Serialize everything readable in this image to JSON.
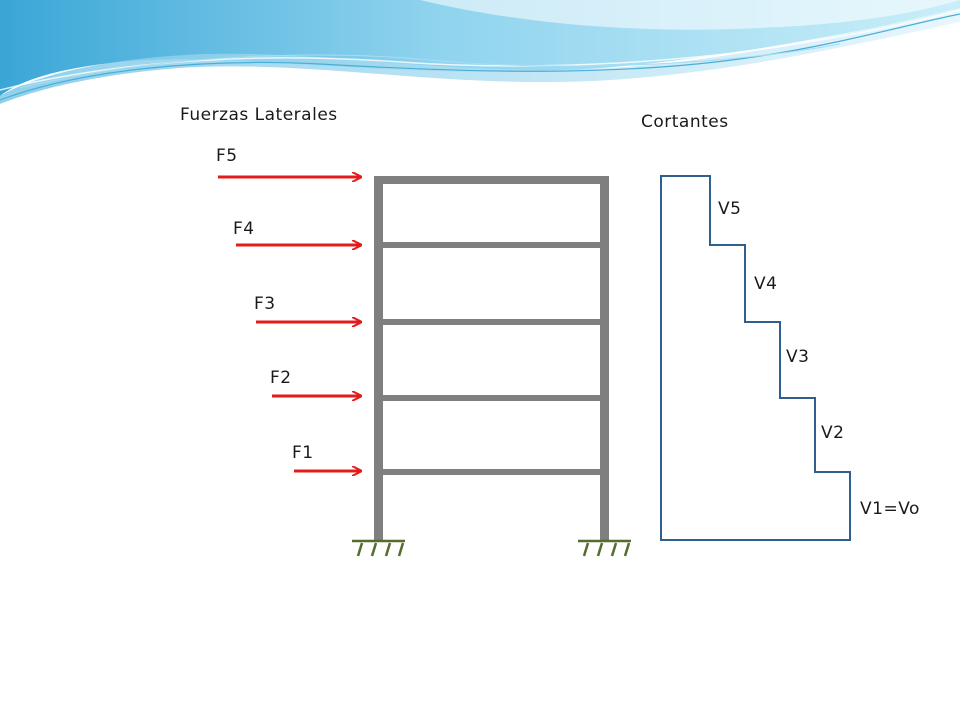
{
  "headings": {
    "forces": "Fuerzas Laterales",
    "shears": "Cortantes"
  },
  "forces": [
    {
      "label": "F5"
    },
    {
      "label": "F4"
    },
    {
      "label": "F3"
    },
    {
      "label": "F2"
    },
    {
      "label": "F1"
    }
  ],
  "shears": [
    {
      "label": "V5"
    },
    {
      "label": "V4"
    },
    {
      "label": "V3"
    },
    {
      "label": "V2"
    },
    {
      "label": "V1=Vo"
    }
  ],
  "colors": {
    "frame": "#7f7f7f",
    "arrow": "#e31b1b",
    "shear_line": "#2e5f8f",
    "support": "#556b2f",
    "wave_dark": "#5ab4dc",
    "wave_light": "#bfe6f5"
  }
}
